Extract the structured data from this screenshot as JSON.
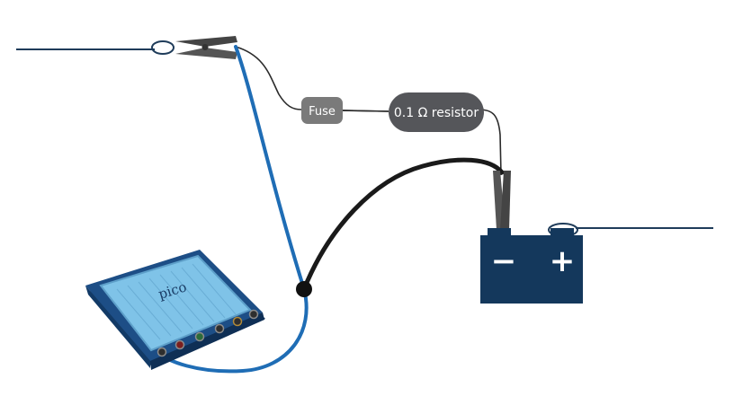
{
  "components": {
    "fuse": {
      "label": "Fuse",
      "fill": "#7a7a7a"
    },
    "resistor": {
      "label": "0.1 Ω resistor",
      "fill": "#55565a"
    },
    "battery": {
      "minus": "−",
      "plus": "+",
      "fill": "#14385c"
    },
    "scope": {
      "brand": "pico",
      "body": "#1d4e86",
      "screen": "#7fc3e8"
    }
  },
  "colors": {
    "probe_cable": "#1f6db5",
    "ground_lead": "#1a1a1a",
    "thin_wire": "#2b2b2b",
    "rail_wire": "#1f3c5a",
    "clamp": "#444444"
  }
}
